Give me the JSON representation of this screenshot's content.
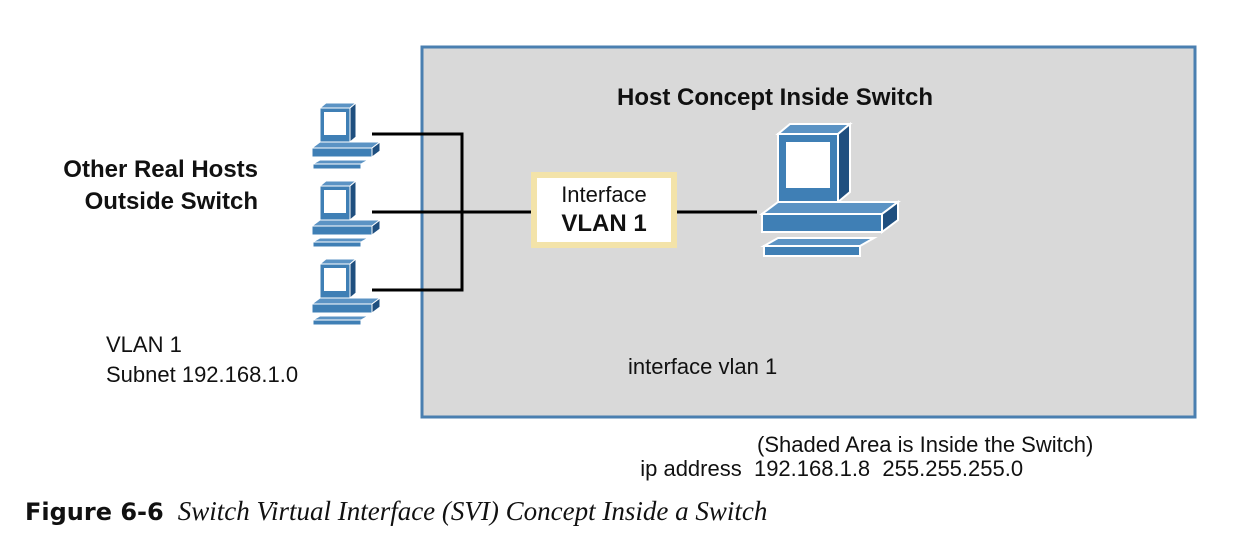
{
  "diagram": {
    "inside_title": "Host Concept Inside Switch",
    "outside_title_line1": "Other Real Hosts",
    "outside_title_line2": "Outside Switch",
    "vlan_line": "VLAN 1",
    "subnet_line": "Subnet 192.168.1.0",
    "svi_line1": "Interface",
    "svi_line2": "VLAN 1",
    "config_line1": "interface vlan 1",
    "config_line2": "  ip address  192.168.1.8  255.255.255.0",
    "shaded_note": "(Shaded Area is Inside the Switch)",
    "figure_number": "Figure 6-6",
    "figure_title": "Switch Virtual Interface (SVI) Concept Inside a Switch"
  },
  "colors": {
    "switch_fill": "#d9d9d9",
    "switch_border": "#4a7fb0",
    "svi_border": "#f3e3a9",
    "host_blue": "#3f7fb5",
    "host_dark": "#1f4f7f"
  },
  "icons": [
    "host-computer-icon",
    "small-host-computer-icon"
  ]
}
